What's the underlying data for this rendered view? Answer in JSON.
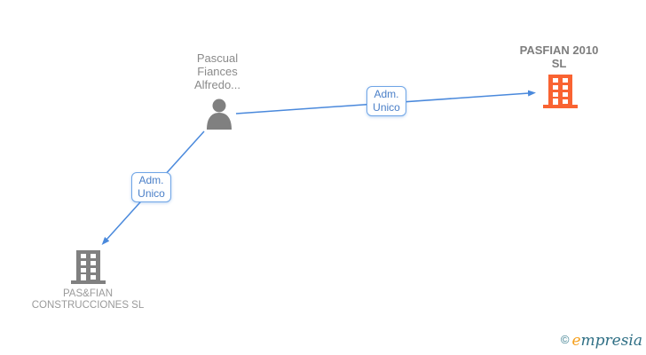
{
  "diagram": {
    "person": {
      "name": "Pascual Fiances Alfredo..."
    },
    "companies": [
      {
        "name": "PASFIAN 2010 SL",
        "icon": "building-icon",
        "icon_color": "#f96332",
        "emphasis": "bold"
      },
      {
        "name": "PAS&FIAN CONSTRUCCIONES SL",
        "icon": "building-icon",
        "icon_color": "#808080",
        "emphasis": "normal"
      }
    ],
    "relations": [
      {
        "label": "Adm. Unico",
        "from": "person",
        "to": "PASFIAN 2010 SL"
      },
      {
        "label": "Adm. Unico",
        "from": "person",
        "to": "PAS&FIAN CONSTRUCCIONES SL"
      }
    ],
    "colors": {
      "edge": "#4a89dc",
      "relation_label_text": "#4a7fc8",
      "relation_label_border": "#6fa5e6",
      "person_icon": "#808080",
      "text_gray": "#8a8a8a"
    }
  },
  "footer": {
    "copyright": "©",
    "brand_first_letter": "e",
    "brand_rest": "mpresia"
  }
}
